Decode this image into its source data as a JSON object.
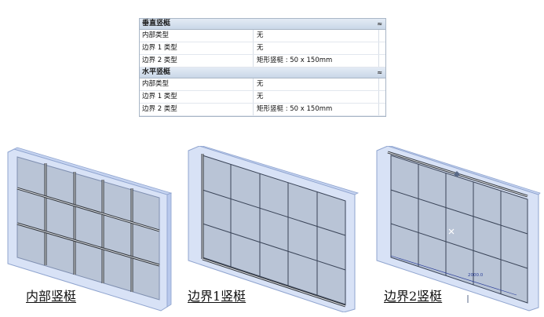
{
  "properties": {
    "groups": [
      {
        "title": "垂直竖梃",
        "collapse_glyph": "≈",
        "rows": [
          {
            "key": "内部类型",
            "value": "无"
          },
          {
            "key": "边界 1 类型",
            "value": "无"
          },
          {
            "key": "边界 2 类型",
            "value": "矩形竖梃 : 50 x 150mm"
          }
        ]
      },
      {
        "title": "水平竖梃",
        "collapse_glyph": "≈",
        "rows": [
          {
            "key": "内部类型",
            "value": "无"
          },
          {
            "key": "边界 1 类型",
            "value": "无"
          },
          {
            "key": "边界 2 类型",
            "value": "矩形竖梃 : 50 x 150mm"
          }
        ]
      }
    ]
  },
  "illustrations": [
    {
      "caption": "内部竖梃"
    },
    {
      "caption": "边界1竖梃"
    },
    {
      "caption": "边界2竖梃",
      "dimension_text": "2000.0"
    }
  ],
  "colors": {
    "panel_fill": "#b9c4d6",
    "wall_shell": "#c5d3f0",
    "mullion": "#2b2f35",
    "grid_line": "#3a4458"
  }
}
